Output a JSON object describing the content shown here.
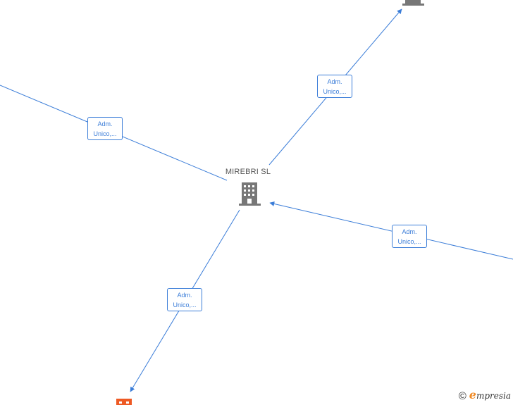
{
  "center_node": {
    "label": "MIREBRI SL",
    "icon": "building-icon",
    "color": "#777777"
  },
  "edges": [
    {
      "id": "top-right",
      "label_line1": "Adm.",
      "label_line2": "Unico,..."
    },
    {
      "id": "upper-left",
      "label_line1": "Adm.",
      "label_line2": "Unico,..."
    },
    {
      "id": "right",
      "label_line1": "Adm.",
      "label_line2": "Unico,..."
    },
    {
      "id": "lower-left",
      "label_line1": "Adm.",
      "label_line2": "Unico,..."
    }
  ],
  "peripheral_nodes": [
    {
      "id": "top-building",
      "icon": "building-icon",
      "color": "#777777"
    },
    {
      "id": "bottom-building",
      "icon": "building-icon",
      "color": "#ee5a24"
    }
  ],
  "colors": {
    "edge": "#3b7dd8",
    "node_gray": "#777777",
    "node_orange": "#ee5a24",
    "brand_orange": "#f08a24"
  },
  "footer": {
    "copyright_symbol": "©",
    "brand_initial": "e",
    "brand_rest": "mpresia"
  }
}
